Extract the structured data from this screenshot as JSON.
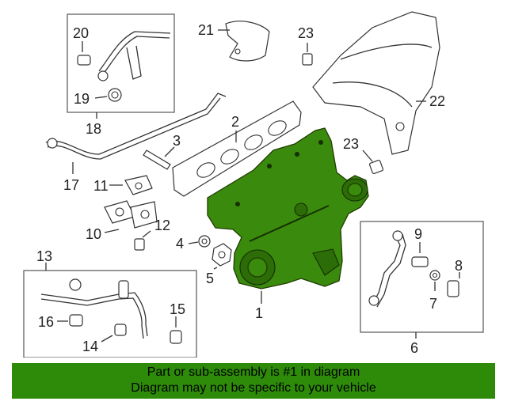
{
  "callouts": {
    "c1": "1",
    "c2": "2",
    "c3": "3",
    "c4": "4",
    "c5": "5",
    "c6": "6",
    "c7": "7",
    "c8": "8",
    "c9": "9",
    "c10": "10",
    "c11": "11",
    "c12": "12",
    "c13": "13",
    "c14": "14",
    "c15": "15",
    "c16": "16",
    "c17": "17",
    "c18": "18",
    "c19": "19",
    "c20": "20",
    "c21": "21",
    "c22": "22",
    "c23a": "23",
    "c23b": "23"
  },
  "banner": {
    "line1": "Part or sub-assembly is #1 in diagram",
    "line2": "Diagram may not be specific to your vehicle"
  },
  "colors": {
    "highlight": "#3a8a0e",
    "banner": "#2e8b0a"
  }
}
